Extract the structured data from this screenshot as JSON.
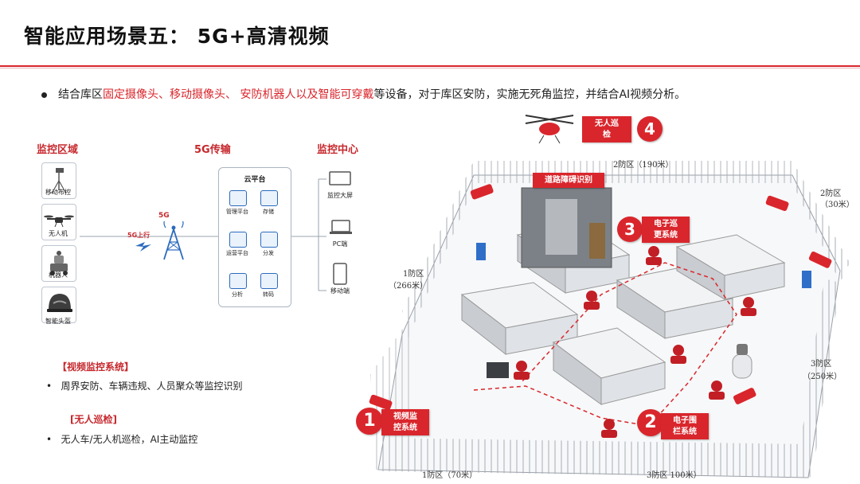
{
  "title": "智能应用场景五：  5G+高清视频",
  "intro": {
    "prefix": "结合库区",
    "highlight": "固定摄像头、移动摄像头、  安防机器人以及智能可穿戴",
    "suffix": "等设备，对于库区安防，实施无死角监控，并结合AI视频分析。"
  },
  "diagram": {
    "col_monitor": "监控区域",
    "col_5g": "5G传输",
    "col_center": "监控中心",
    "monitor_items": [
      "移动布控",
      "无人机",
      "机器人",
      "智能头盔"
    ],
    "uplink_label": "5G上行",
    "tower_label": "5G",
    "cloud_title": "云平台",
    "cloud_items": [
      "管理平台",
      "存储",
      "运营平台",
      "分发",
      "分析",
      "转码"
    ],
    "center_items": [
      "监控大屏",
      "PC端",
      "移动端"
    ]
  },
  "systems": [
    {
      "title": "【视频监控系统】",
      "bullet": "周界安防、车辆违规、人员聚众等监控识别"
    },
    {
      "title": "[无人巡检]",
      "bullet": "无人车/无人机巡检，AI主动监控"
    }
  ],
  "scene": {
    "zones": {
      "z2_top": "2防区（190米）",
      "z2_right": "2防区",
      "z2_right_len": "（30米）",
      "z1_left": "1防区",
      "z1_left_len": "（266米）",
      "z3_right": "3防区",
      "z3_right_len": "（250米）",
      "z1_bottom": "1防区（70米）",
      "z3_bottom": "3防区 100米）"
    },
    "road_label": "道路障碍识别",
    "callouts": [
      {
        "num": "1",
        "label": "视频监\n控系统"
      },
      {
        "num": "2",
        "label": "电子围\n栏系统"
      },
      {
        "num": "3",
        "label": "电子巡\n更系统"
      },
      {
        "num": "4",
        "label": "无人巡\n检"
      }
    ],
    "colors": {
      "accent": "#d9262c",
      "fence": "#9aa0a8",
      "roof": "#f2f3f5",
      "panel": "#3a7bd5"
    }
  }
}
